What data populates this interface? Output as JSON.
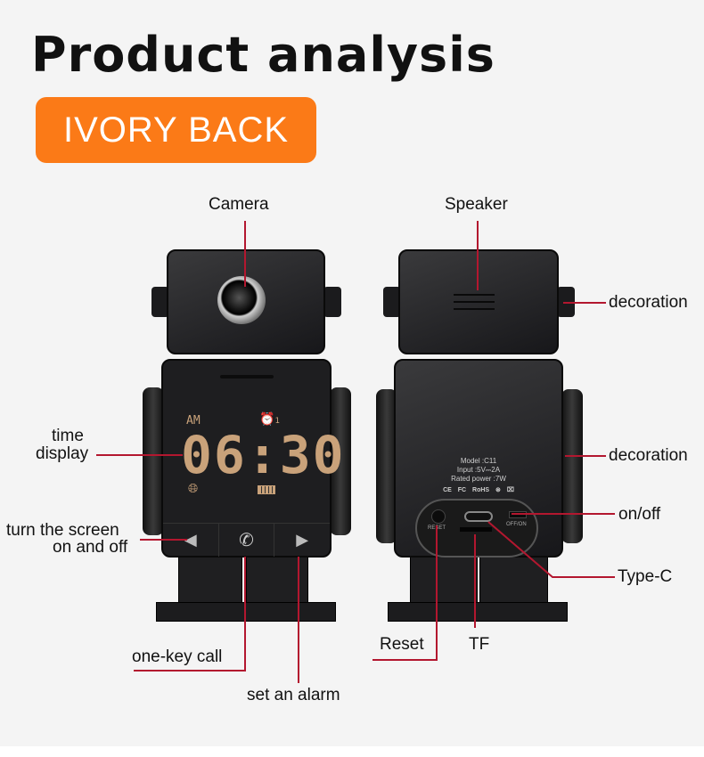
{
  "title": "Product analysis",
  "badge": "IVORY BACK",
  "colors": {
    "accent": "#fb7a17",
    "callout_line": "#b3172f",
    "background": "#f4f4f4"
  },
  "front": {
    "display": {
      "period": "AM",
      "time": "06:30",
      "alarm_index": "1",
      "icons": [
        "alarm-clock-icon",
        "globe-icon",
        "battery-icon"
      ]
    },
    "buttons": [
      "left-arrow-icon",
      "phone-icon",
      "right-arrow-icon"
    ]
  },
  "back": {
    "model": "Model :C11",
    "input": "Input :5V⎓2A",
    "power": "Rated power :7W",
    "certs": [
      "CE",
      "FC",
      "RoHS"
    ],
    "reset_label": "RESET",
    "switch_label": "OFF/ON"
  },
  "callouts": {
    "camera": "Camera",
    "speaker": "Speaker",
    "decoration_top": "decoration",
    "time_display_1": "time",
    "time_display_2": "display",
    "decoration_mid": "decoration",
    "screen_1": "turn the screen",
    "screen_2": "on and off",
    "onoff": "on/off",
    "typec": "Type-C",
    "reset": "Reset",
    "tf": "TF",
    "call": "one-key call",
    "alarm": "set an alarm"
  }
}
